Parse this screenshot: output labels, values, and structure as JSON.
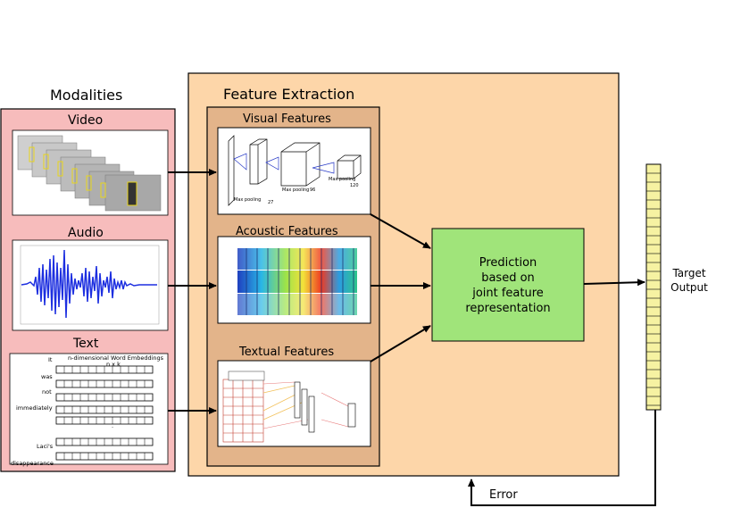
{
  "modalities": {
    "title": "Modalities",
    "video": {
      "label": "Video"
    },
    "audio": {
      "label": "Audio"
    },
    "text": {
      "label": "Text",
      "embedding_caption": "n-dimensional Word Embeddings",
      "dims": "n x k",
      "words": [
        "It",
        "was",
        "not",
        "immediately",
        ".",
        "Laci's",
        "disappearance"
      ]
    }
  },
  "feature_extraction": {
    "title": "Feature Extraction",
    "visual": {
      "label": "Visual Features",
      "sublabels": [
        "Max pooling",
        "27",
        "Max pooling",
        "96",
        "Max pooling",
        "120"
      ]
    },
    "acoustic": {
      "label": "Acoustic Features"
    },
    "textual": {
      "label": "Textual Features"
    }
  },
  "prediction": {
    "lines": [
      "Prediction",
      "based on",
      "joint feature",
      "representation"
    ]
  },
  "target": {
    "lines": [
      "Target",
      "Output"
    ]
  },
  "error": {
    "label": "Error"
  },
  "colors": {
    "modalities_fill": "#f7bcbc",
    "feature_fill": "#fdd6a9",
    "inner_fill": "#e3b48a",
    "prediction_fill": "#a0e47a",
    "target_fill": "#f6f2a2"
  }
}
